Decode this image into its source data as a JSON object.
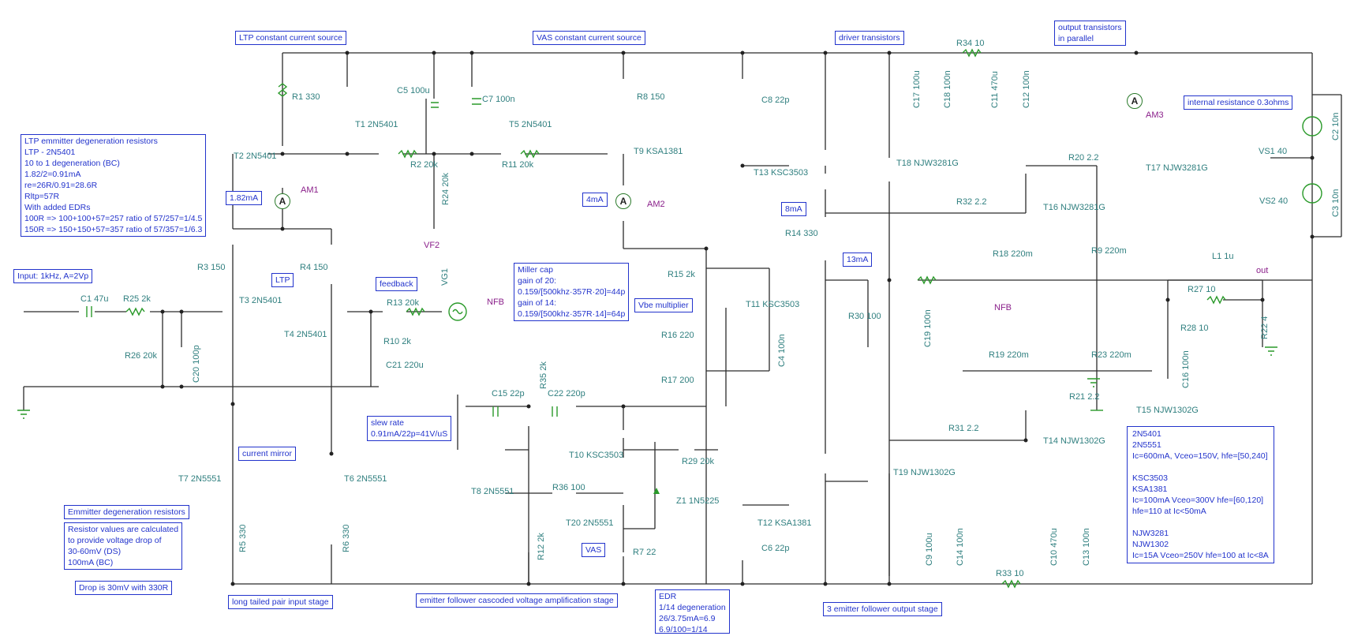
{
  "components": {
    "T1": "T1 2N5401",
    "T2": "T2 2N5401",
    "T3": "T3 2N5401",
    "T4": "T4 2N5401",
    "T5": "T5 2N5401",
    "T6": "T6 2N5551",
    "T7": "T7 2N5551",
    "T8": "T8 2N5551",
    "T9": "T9 KSA1381",
    "T10": "T10 KSC3503",
    "T11": "T11 KSC3503",
    "T12": "T12 KSA1381",
    "T13": "T13 KSC3503",
    "T14": "T14 NJW1302G",
    "T15": "T15 NJW1302G",
    "T16": "T16 NJW3281G",
    "T17": "T17 NJW3281G",
    "T18": "T18 NJW3281G",
    "T19": "T19 NJW1302G",
    "T20": "T20 2N5551",
    "R1": "R1 330",
    "R2": "R2 20k",
    "R3": "R3 150",
    "R4": "R4 150",
    "R5": "R5 330",
    "R6": "R6 330",
    "R7": "R7 22",
    "R8": "R8 150",
    "R9": "R9 220m",
    "R10": "R10 2k",
    "R11": "R11 20k",
    "R12": "R12 2k",
    "R13": "R13 20k",
    "R14": "R14 330",
    "R15": "R15 2k",
    "R16": "R16 220",
    "R17": "R17 200",
    "R18": "R18 220m",
    "R19": "R19 220m",
    "R20": "R20 2.2",
    "R21": "R21 2.2",
    "R22": "R22 4",
    "R23": "R23 220m",
    "R24": "R24 20k",
    "R25": "R25 2k",
    "R26": "R26 20k",
    "R27": "R27 10",
    "R28": "R28 10",
    "R29": "R29 20k",
    "R30": "R30 100",
    "R31": "R31 2.2",
    "R32": "R32 2.2",
    "R33": "R33 10",
    "R34": "R34 10",
    "R35": "R35 2k",
    "R36": "R36 100",
    "C1": "C1 47u",
    "C2": "C2 10n",
    "C3": "C3 10n",
    "C4": "C4 100n",
    "C5": "C5 100u",
    "C6": "C6 22p",
    "C7": "C7 100n",
    "C8": "C8 22p",
    "C9": "C9 100u",
    "C10": "C10 470u",
    "C11": "C11 470u",
    "C12": "C12 100n",
    "C13": "C13 100n",
    "C14": "C14 100n",
    "C15": "C15 22p",
    "C16": "C16 100n",
    "C17": "C17 100u",
    "C18": "C18 100n",
    "C19": "C19 100n",
    "C20": "C20 100p",
    "C21": "C21 220u",
    "C22": "C22 220p",
    "L1": "L1 1u",
    "Z1": "Z1 1N5225",
    "VS1": "VS1 40",
    "VS2": "VS2 40",
    "VG1": "VG1"
  },
  "meters": {
    "AM1": "AM1",
    "AM2": "AM2",
    "AM3": "AM3",
    "symbol": "A"
  },
  "nodes": {
    "vf2": "VF2",
    "nfb_left": "NFB",
    "nfb_right": "NFB",
    "out": "out"
  },
  "labels": {
    "ltp_ccs": "LTP constant current source",
    "vas_ccs": "VAS constant current source",
    "driver": "driver transistors",
    "output_parallel": [
      "output transistors",
      "in parallel"
    ],
    "internal_res": "internal resistance 0.3ohms",
    "i_1_82": "1.82mA",
    "i_4": "4mA",
    "i_8": "8mA",
    "i_13": "13mA",
    "ltp": "LTP",
    "feedback": "feedback",
    "vbe": "Vbe multiplier",
    "vas": "VAS",
    "current_mirror": "current mirror",
    "input": "Input: 1kHz, A=2Vp",
    "emm_title": "Emmitter degeneration resistors",
    "drop": "Drop is 30mV with 330R",
    "stage_ltp": "long tailed pair input stage",
    "stage_vas": "emitter follower cascoded voltage amplification stage",
    "stage_out": "3 emitter follower output stage"
  },
  "notes": {
    "ltp_degen": [
      "LTP emmitter degeneration resistors",
      "LTP - 2N5401",
      "10 to 1 degeneration (BC)",
      "1.82/2=0.91mA",
      "re=26R/0.91=28.6R",
      "Rltp=57R",
      "With added EDRs",
      "100R => 100+100+57=257 ratio of 57/257=1/4.5",
      "150R => 150+150+57=357 ratio of 57/357=1/6.3"
    ],
    "miller": [
      "Miller cap",
      "gain of 20:",
      "0.159/[500khz·357R·20]=44p",
      "gain of 14:",
      "0.159/[500khz·357R·14]=64p"
    ],
    "slew": [
      "slew rate",
      "0.91mA/22p=41V/uS"
    ],
    "resvals": [
      "Resistor values are calculated",
      " to provide voltage drop of",
      "30-60mV (DS)",
      "100mA (BC)"
    ],
    "edr": [
      "EDR",
      "1/14 degeneration",
      "26/3.75mA=6.9",
      "6.9/100=1/14"
    ],
    "specs": [
      "2N5401",
      "2N5551",
      "Ic=600mA, Vceo=150V, hfe=[50,240]",
      "",
      "KSC3503",
      "KSA1381",
      "Ic=100mA Vceo=300V hfe=[60,120]",
      "hfe=110 at Ic<50mA",
      "",
      "NJW3281",
      "NJW1302",
      "Ic=15A Vceo=250V hfe=100 at Ic<8A"
    ]
  },
  "colors": {
    "wire": "#2b2b2b",
    "component": "#2a9a2a",
    "label": "#2f7f7f",
    "box": "#2233cc",
    "node": "#8a1f8a"
  }
}
